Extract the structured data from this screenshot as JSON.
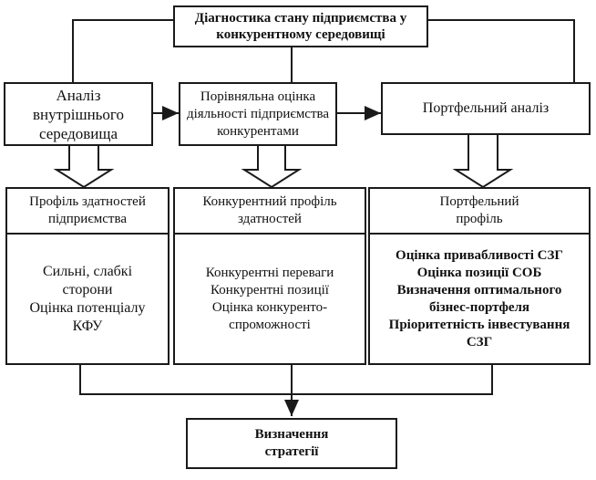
{
  "title": "Діагностика стану підприємства у\nконкурентному середовищі",
  "level1": [
    {
      "label": "Аналіз\nвнутрішнього\nсередовища"
    },
    {
      "label": "Порівняльна оцінка\nдіяльності підприємства\nконкурентами"
    },
    {
      "label": "Портфельний аналіз"
    }
  ],
  "columns": [
    {
      "head": "Профіль здатностей\nпідприємства",
      "body": "Сильні, слабкі\nсторони\nОцінка потенціалу\nКФУ"
    },
    {
      "head": "Конкурентний профіль\nздатностей",
      "body": "Конкурентні переваги\nКонкурентні позиції\nОцінка конкуренто-\nспроможності"
    },
    {
      "head": "Портфельний\nпрофіль",
      "body": "Оцінка привабливості СЗГ\nОцінка позиції СОБ\nВизначення оптимального\nбізнес-портфеля\nПріоритетність інвестування\nСЗГ"
    }
  ],
  "result": "Визначення\nстратегії",
  "colors": {
    "line": "#1a1a1a",
    "background": "#ffffff"
  }
}
